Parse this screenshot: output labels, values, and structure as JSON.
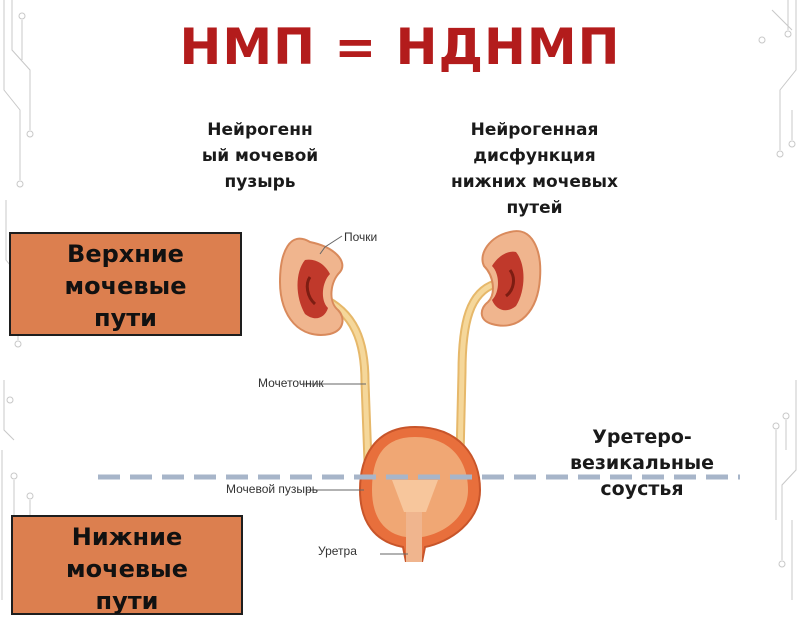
{
  "title": "НМП = НДНМП",
  "terms": {
    "left": [
      "Нейрогенн",
      "ый мочевой",
      "пузырь"
    ],
    "right": [
      "Нейрогенная",
      "дисфункция",
      "нижних мочевых",
      "путей"
    ]
  },
  "boxes": {
    "upper": [
      "Верхние",
      "мочевые",
      "пути"
    ],
    "lower": [
      "Нижние",
      "мочевые",
      "пути"
    ]
  },
  "junction_label": [
    "Уретеро-",
    "везикальные",
    "соустья"
  ],
  "anatomy_labels": {
    "kidney": "Почки",
    "ureter": "Мочеточник",
    "bladder": "Мочевой пузырь",
    "urethra": "Уретра"
  },
  "colors": {
    "title": "#b31c1c",
    "box_fill": "#dc7f4f",
    "divider": "#a7b5c9"
  }
}
